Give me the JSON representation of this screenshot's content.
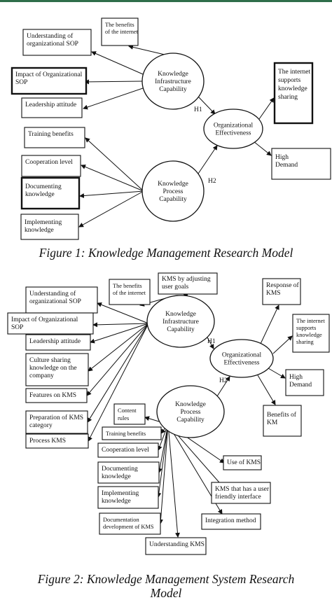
{
  "figure1": {
    "caption": "Figure 1: Knowledge Management Research Model",
    "nodes": {
      "understanding_sop": [
        "Understanding of",
        "organizational SOP"
      ],
      "benefits_internet": [
        "The benefits",
        "of the internet"
      ],
      "impact_sop": [
        "Impact of Organizational",
        "SOP"
      ],
      "leadership": [
        "Leadership attitude"
      ],
      "infrastructure": [
        "Knowledge",
        "Infrastructure",
        "Capability"
      ],
      "internet_supports": [
        "The internet",
        "supports",
        "knowledge",
        "sharing"
      ],
      "org_effectiveness": [
        "Organizational",
        "Effectiveness"
      ],
      "high_demand": [
        "High",
        "Demand"
      ],
      "training": [
        "Training benefits"
      ],
      "cooperation": [
        "Cooperation level"
      ],
      "documenting": [
        "Documenting",
        "knowledge"
      ],
      "implementing": [
        "Implementing",
        "knowledge"
      ],
      "process": [
        "Knowledge",
        "Process",
        "Capability"
      ],
      "h1": [
        "H1"
      ],
      "h2": [
        "H2"
      ]
    }
  },
  "figure2": {
    "caption_line1": "Figure 2: Knowledge Management System Research",
    "caption_line2": "Model",
    "nodes": {
      "kms_adjusting": [
        "KMS by adjusting",
        "user goals"
      ],
      "benefits_internet": [
        "The benefits",
        "of the internet"
      ],
      "response_kms": [
        "Response of",
        "KMS"
      ],
      "understanding_sop": [
        "Understanding of",
        "organizational SOP"
      ],
      "impact_sop": [
        "Impact of Organizational",
        "SOP"
      ],
      "leadership": [
        "Leadership attitude"
      ],
      "culture": [
        "Culture sharing",
        "knowledge on the",
        "company"
      ],
      "features": [
        "Features on KMS"
      ],
      "preparation": [
        "Preparation of KMS",
        "category"
      ],
      "process_kms": [
        "Process KMS"
      ],
      "infrastructure": [
        "Knowledge",
        "Infrastructure",
        "Capability"
      ],
      "internet_supports": [
        "The internet",
        "supports",
        "knowledge",
        "sharing"
      ],
      "org_effectiveness": [
        "Organizational",
        "Effectiveness"
      ],
      "high_demand": [
        "High",
        "Demand"
      ],
      "benefits_km": [
        "Benefits of",
        "KM"
      ],
      "process": [
        "Knowledge",
        "Process",
        "Capability"
      ],
      "content": [
        "Content",
        "rules"
      ],
      "training": [
        "Training benefits"
      ],
      "cooperation": [
        "Cooperation level"
      ],
      "documenting": [
        "Documenting",
        "knowledge"
      ],
      "implementing": [
        "Implementing",
        "knowledge"
      ],
      "documentation": [
        "Documentation",
        "development of KMS"
      ],
      "understanding_kms": [
        "Understanding KMS"
      ],
      "use_kms": [
        "Use of KMS"
      ],
      "kms_friendly": [
        "KMS that has a user",
        "friendly interface"
      ],
      "integration": [
        "Integration method"
      ],
      "h1": [
        "H1"
      ],
      "h2": [
        "H2"
      ]
    }
  }
}
